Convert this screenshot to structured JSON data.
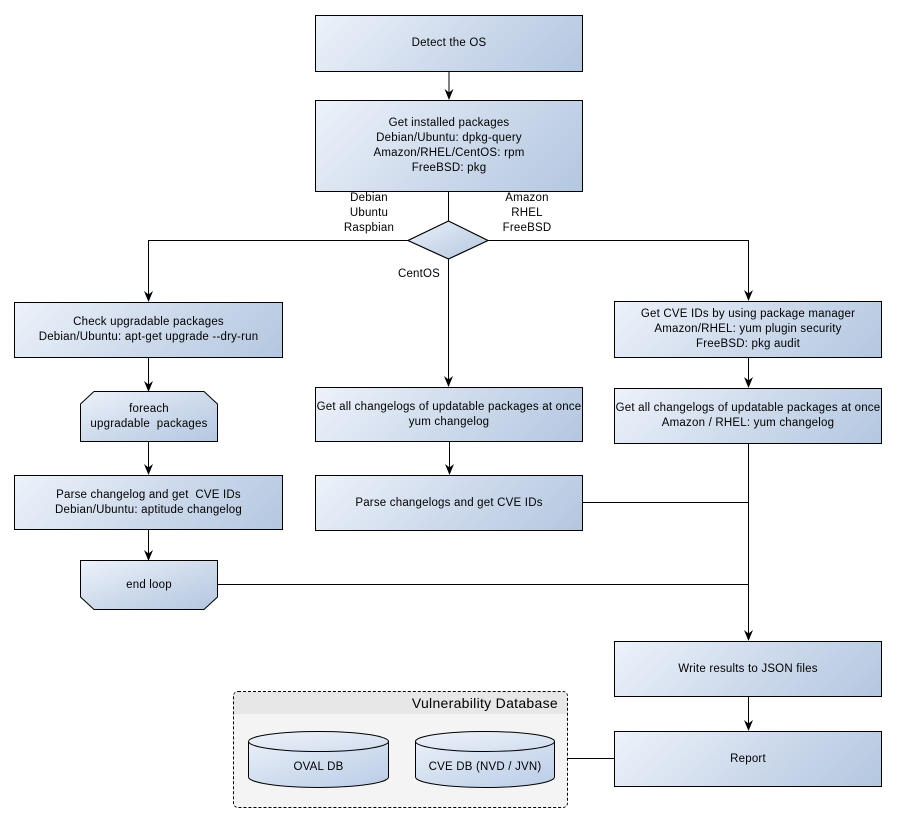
{
  "nodes": {
    "detect_os": {
      "lines": [
        "Detect the OS"
      ]
    },
    "get_installed_packages": {
      "lines": [
        "Get installed packages",
        "Debian/Ubuntu: dpkg-query",
        "Amazon/RHEL/CentOS: rpm",
        "FreeBSD: pkg"
      ]
    },
    "check_upgradable": {
      "lines": [
        "Check upgradable packages",
        "Debian/Ubuntu: apt-get upgrade --dry-run"
      ]
    },
    "foreach_loop": {
      "lines": [
        "foreach",
        "upgradable  packages"
      ]
    },
    "parse_changelog_deb": {
      "lines": [
        "Parse changelog and get  CVE IDs",
        "Debian/Ubuntu: aptitude changelog"
      ]
    },
    "end_loop": {
      "lines": [
        "end loop"
      ]
    },
    "get_changelogs_centos": {
      "lines": [
        "Get all changelogs of updatable packages at once",
        "yum changelog"
      ]
    },
    "parse_changelogs_centos": {
      "lines": [
        "Parse changelogs and get CVE IDs"
      ]
    },
    "get_cve_pkg_manager": {
      "lines": [
        "Get CVE IDs by using package manager",
        "Amazon/RHEL: yum plugin security",
        "FreeBSD: pkg audit"
      ]
    },
    "get_changelogs_amazon": {
      "lines": [
        "Get all changelogs of updatable packages at once",
        "Amazon / RHEL: yum changelog"
      ]
    },
    "write_results": {
      "lines": [
        "Write results to JSON files"
      ]
    },
    "report": {
      "lines": [
        "Report"
      ]
    }
  },
  "branch_labels": {
    "left": {
      "lines": [
        "Debian",
        "Ubuntu",
        "Raspbian"
      ]
    },
    "right": {
      "lines": [
        "Amazon",
        "RHEL",
        "FreeBSD"
      ]
    },
    "bottom": {
      "lines": [
        "CentOS"
      ]
    }
  },
  "database": {
    "title": "Vulnerability Database",
    "cylinders": [
      {
        "label": "OVAL DB"
      },
      {
        "label": "CVE DB (NVD / JVN)"
      }
    ]
  },
  "colors": {
    "node_fill_light": "#edf2fa",
    "node_fill_dark": "#b4c7e0",
    "border": "#000000",
    "db_header": "#e7e7e7",
    "db_body": "#f4f4f4"
  }
}
